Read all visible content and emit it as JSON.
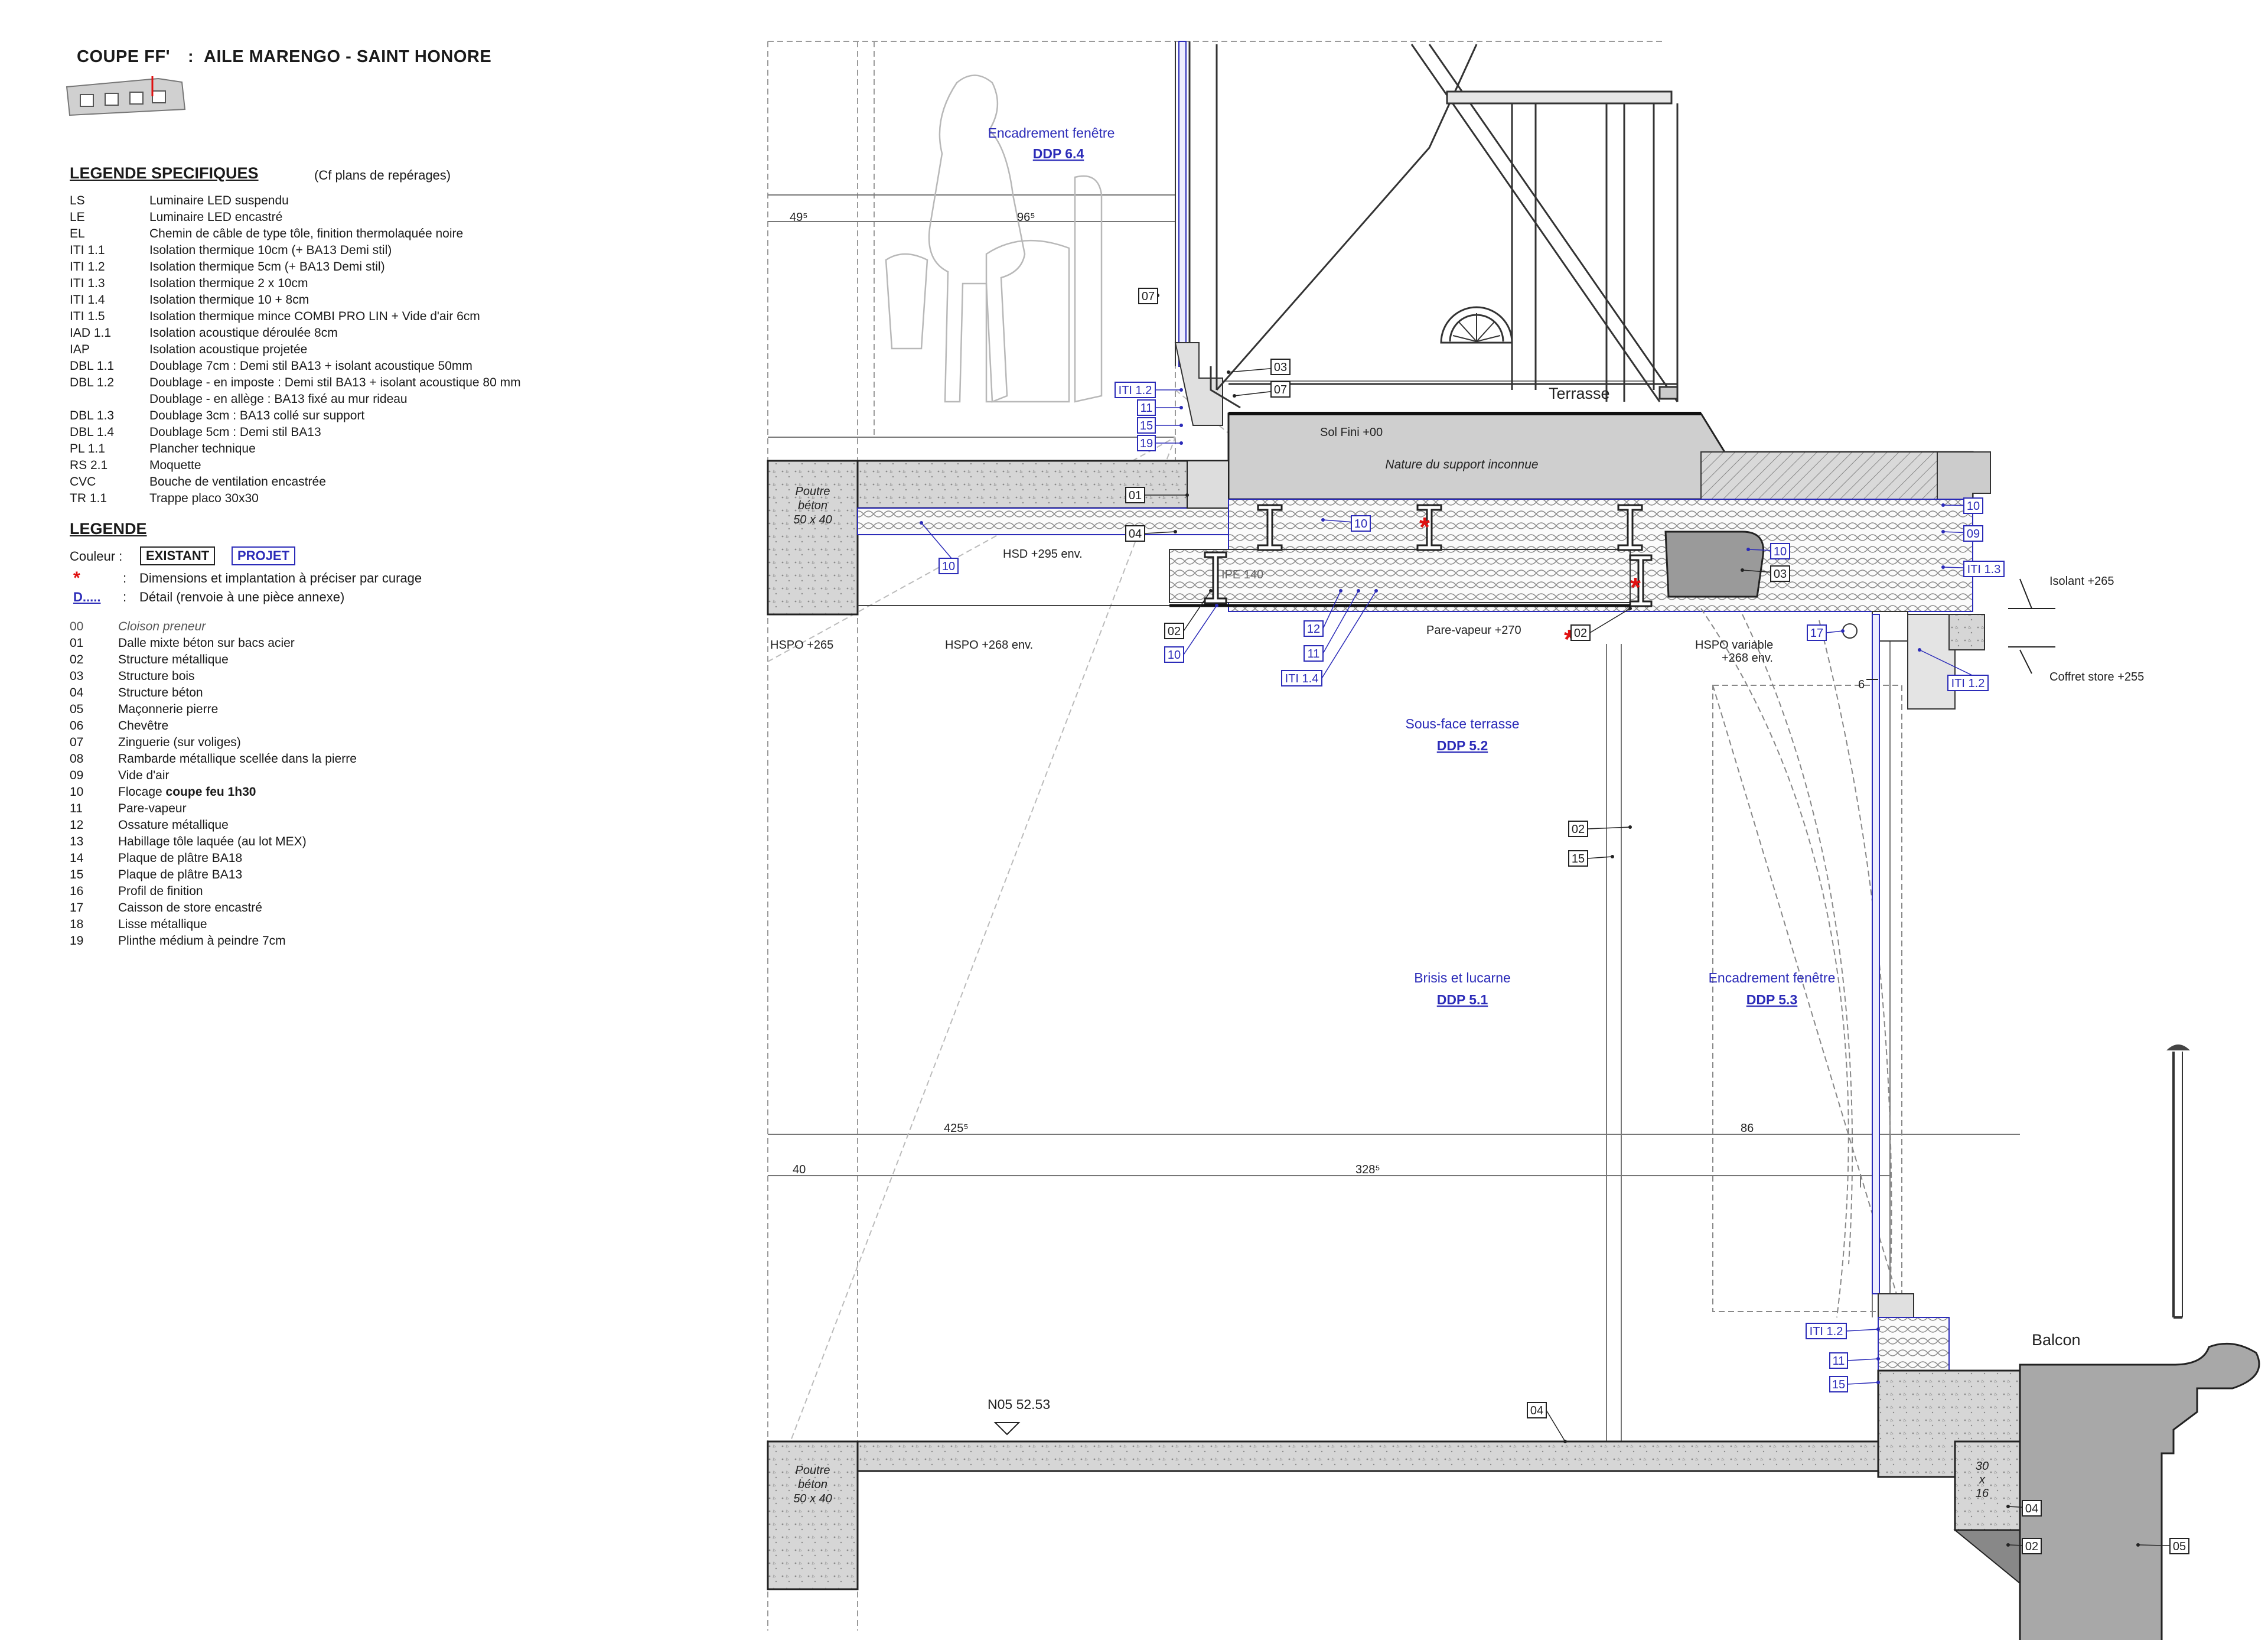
{
  "title": {
    "prefix": "COUPE FF'",
    "sep": ":",
    "name": "AILE MARENGO - SAINT HONORE"
  },
  "legend_specific": {
    "heading": "LEGENDE SPECIFIQUES",
    "note": "(Cf plans de repérages)",
    "items": [
      {
        "code": "LS",
        "desc": "Luminaire LED suspendu"
      },
      {
        "code": "LE",
        "desc": "Luminaire LED encastré"
      },
      {
        "code": "EL",
        "desc": "Chemin de câble de type tôle, finition thermolaquée noire"
      },
      {
        "code": "ITI 1.1",
        "desc": "Isolation thermique 10cm (+ BA13 Demi stil)"
      },
      {
        "code": "ITI 1.2",
        "desc": "Isolation thermique 5cm (+ BA13 Demi stil)"
      },
      {
        "code": "ITI 1.3",
        "desc": "Isolation thermique 2 x 10cm"
      },
      {
        "code": "ITI 1.4",
        "desc": "Isolation thermique 10 + 8cm"
      },
      {
        "code": "ITI 1.5",
        "desc": "Isolation thermique mince COMBI PRO LIN + Vide d'air 6cm"
      },
      {
        "code": "IAD 1.1",
        "desc": "Isolation acoustique déroulée 8cm"
      },
      {
        "code": "IAP",
        "desc": "Isolation acoustique projetée"
      },
      {
        "code": "DBL 1.1",
        "desc": "Doublage 7cm : Demi stil BA13 + isolant acoustique 50mm"
      },
      {
        "code": "DBL 1.2",
        "desc": "Doublage - en imposte : Demi stil BA13 + isolant acoustique 80 mm"
      },
      {
        "code": "",
        "desc": "Doublage - en allège : BA13 fixé au mur rideau"
      },
      {
        "code": "DBL 1.3",
        "desc": "Doublage 3cm : BA13 collé sur support"
      },
      {
        "code": "DBL 1.4",
        "desc": "Doublage 5cm : Demi stil BA13"
      },
      {
        "code": "PL 1.1",
        "desc": "Plancher technique"
      },
      {
        "code": "RS 2.1",
        "desc": "Moquette"
      },
      {
        "code": "CVC",
        "desc": "Bouche de ventilation encastrée"
      },
      {
        "code": "TR 1.1",
        "desc": "Trappe placo 30x30"
      }
    ]
  },
  "legend": {
    "heading": "LEGENDE",
    "couleur_label": "Couleur :",
    "existant": "EXISTANT",
    "projet": "PROJET",
    "star": "*",
    "star_desc": "Dimensions et implantation à préciser par curage",
    "detail_code": "D.....",
    "detail_desc": "Détail (renvoie à une pièce annexe)",
    "colon": ":",
    "items": [
      {
        "code": "00",
        "desc": "Cloison preneur"
      },
      {
        "code": "01",
        "desc": "Dalle mixte béton sur bacs acier"
      },
      {
        "code": "02",
        "desc": "Structure métallique"
      },
      {
        "code": "03",
        "desc": "Structure bois"
      },
      {
        "code": "04",
        "desc": "Structure béton"
      },
      {
        "code": "05",
        "desc": "Maçonnerie pierre"
      },
      {
        "code": "06",
        "desc": "Chevêtre"
      },
      {
        "code": "07",
        "desc": "Zinguerie (sur voliges)"
      },
      {
        "code": "08",
        "desc": "Rambarde métallique scellée dans la pierre"
      },
      {
        "code": "09",
        "desc": "Vide d'air"
      },
      {
        "code": "10",
        "desc": "Flocage coupe feu 1h30"
      },
      {
        "code": "11",
        "desc": "Pare-vapeur"
      },
      {
        "code": "12",
        "desc": "Ossature métallique"
      },
      {
        "code": "13",
        "desc": "Habillage tôle laquée (au lot MEX)"
      },
      {
        "code": "14",
        "desc": "Plaque de plâtre BA18"
      },
      {
        "code": "15",
        "desc": "Plaque de plâtre BA13"
      },
      {
        "code": "16",
        "desc": "Profil de finition"
      },
      {
        "code": "17",
        "desc": "Caisson de store encastré"
      },
      {
        "code": "18",
        "desc": "Lisse métallique"
      },
      {
        "code": "19",
        "desc": "Plinthe médium à peindre 7cm"
      }
    ]
  },
  "drawing": {
    "labels": {
      "encadrement_top": "Encadrement fenêtre",
      "ddp64": "DDP 6.4",
      "terrasse": "Terrasse",
      "sol_fini": "Sol Fini +00",
      "nature": "Nature du support inconnue",
      "poutre1": "Poutre",
      "poutre2": "béton",
      "poutre3": "50 x 40",
      "hsd": "HSD +295 env.",
      "ipe": "IPE 140",
      "hspo265": "HSPO +265",
      "hspo268": "HSPO +268 env.",
      "pare_vapeur": "Pare-vapeur +270",
      "hspo_var1": "HSPO variable",
      "hspo_var2": "+268 env.",
      "isolant": "Isolant +265",
      "coffret": "Coffret store +255",
      "sous_face": "Sous-face terrasse",
      "ddp52": "DDP 5.2",
      "brisis": "Brisis et lucarne",
      "ddp51": "DDP 5.1",
      "encadrement_bot": "Encadrement fenêtre",
      "ddp53": "DDP 5.3",
      "balcon": "Balcon",
      "n05": "N05  52.53",
      "box3016a": "30",
      "box3016b": "x",
      "box3016c": "16"
    },
    "dims": {
      "d49": "49⁵",
      "d96": "96⁵",
      "d425": "425⁵",
      "d86": "86",
      "d40": "40",
      "d328": "328⁵",
      "d6": "6"
    },
    "tags": {
      "t07a": "07",
      "t03": "03",
      "t07b": "07",
      "t01": "01",
      "t04a": "04",
      "t10a": "10",
      "t10b": "10",
      "t02a": "02",
      "t10c": "10",
      "t12": "12",
      "t11a": "11",
      "t02b": "02",
      "t10d": "10",
      "t09": "09",
      "t03b": "03",
      "t17": "17",
      "t02c": "02",
      "t15c": "15",
      "t11c": "11",
      "t15d": "15",
      "t04b": "04",
      "t04c": "04",
      "t02d": "02",
      "t05": "05",
      "iti12a": "ITI 1.2",
      "t11b": "11",
      "t15b": "15",
      "t19": "19",
      "iti14": "ITI 1.4",
      "iti13": "ITI 1.3",
      "iti12b": "ITI 1.2",
      "iti12c": "ITI 1.2",
      "star1": "*",
      "star2": "*",
      "star3": "*"
    }
  },
  "colors": {
    "existant": "#222222",
    "projet": "#2b2bb8",
    "star": "#e01010",
    "concrete": "#d4d4d4",
    "stone": "#9a9a9a"
  }
}
